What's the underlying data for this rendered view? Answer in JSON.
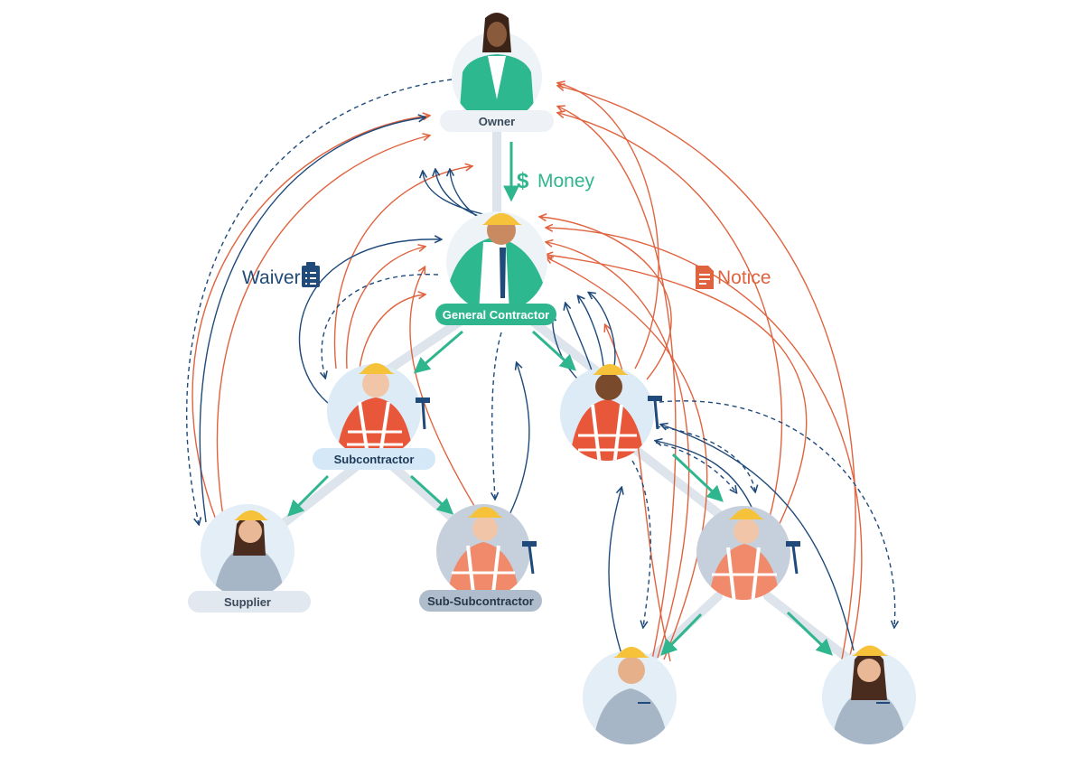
{
  "nodes": {
    "owner": {
      "label": "Owner"
    },
    "general_contractor": {
      "label": "General Contractor"
    },
    "subcontractor": {
      "label": "Subcontractor"
    },
    "supplier": {
      "label": "Supplier"
    },
    "sub_subcontractor": {
      "label": "Sub-Subcontractor"
    }
  },
  "legend": {
    "money": {
      "label": "Money",
      "symbol": "$"
    },
    "waiver": {
      "label": "Waiver",
      "icon": "clipboard-icon"
    },
    "notice": {
      "label": "Notice",
      "icon": "document-icon"
    }
  },
  "colors": {
    "money": "#2fb68e",
    "waiver": "#1f4a7a",
    "notice": "#e0633f",
    "connector": "#dde4ec",
    "owner_jacket": "#2eb88f",
    "vest": "#e8573a",
    "helmet": "#f5c23a"
  }
}
